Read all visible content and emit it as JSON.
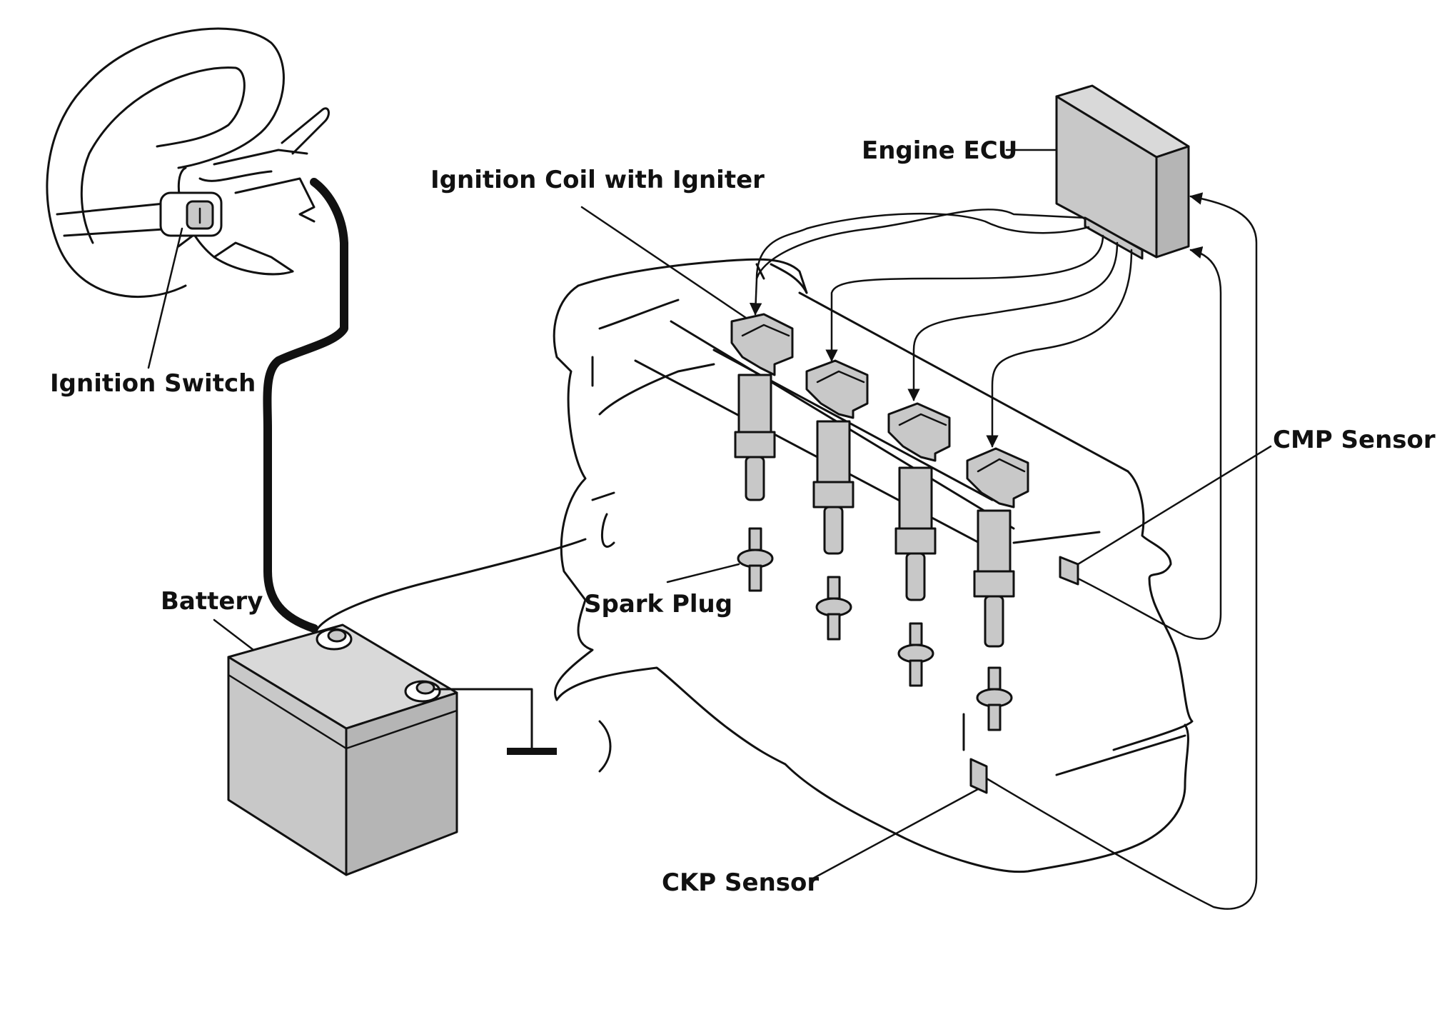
{
  "labels": {
    "ignition_switch": "Ignition Switch",
    "ignition_coil": "Ignition Coil with Igniter",
    "engine_ecu": "Engine ECU",
    "cmp_sensor": "CMP Sensor",
    "battery": "Battery",
    "spark_plug": "Spark Plug",
    "ckp_sensor": "CKP Sensor"
  },
  "colors": {
    "line": "#111111",
    "component_fill": "#c8c8c8",
    "background": "#ffffff"
  }
}
